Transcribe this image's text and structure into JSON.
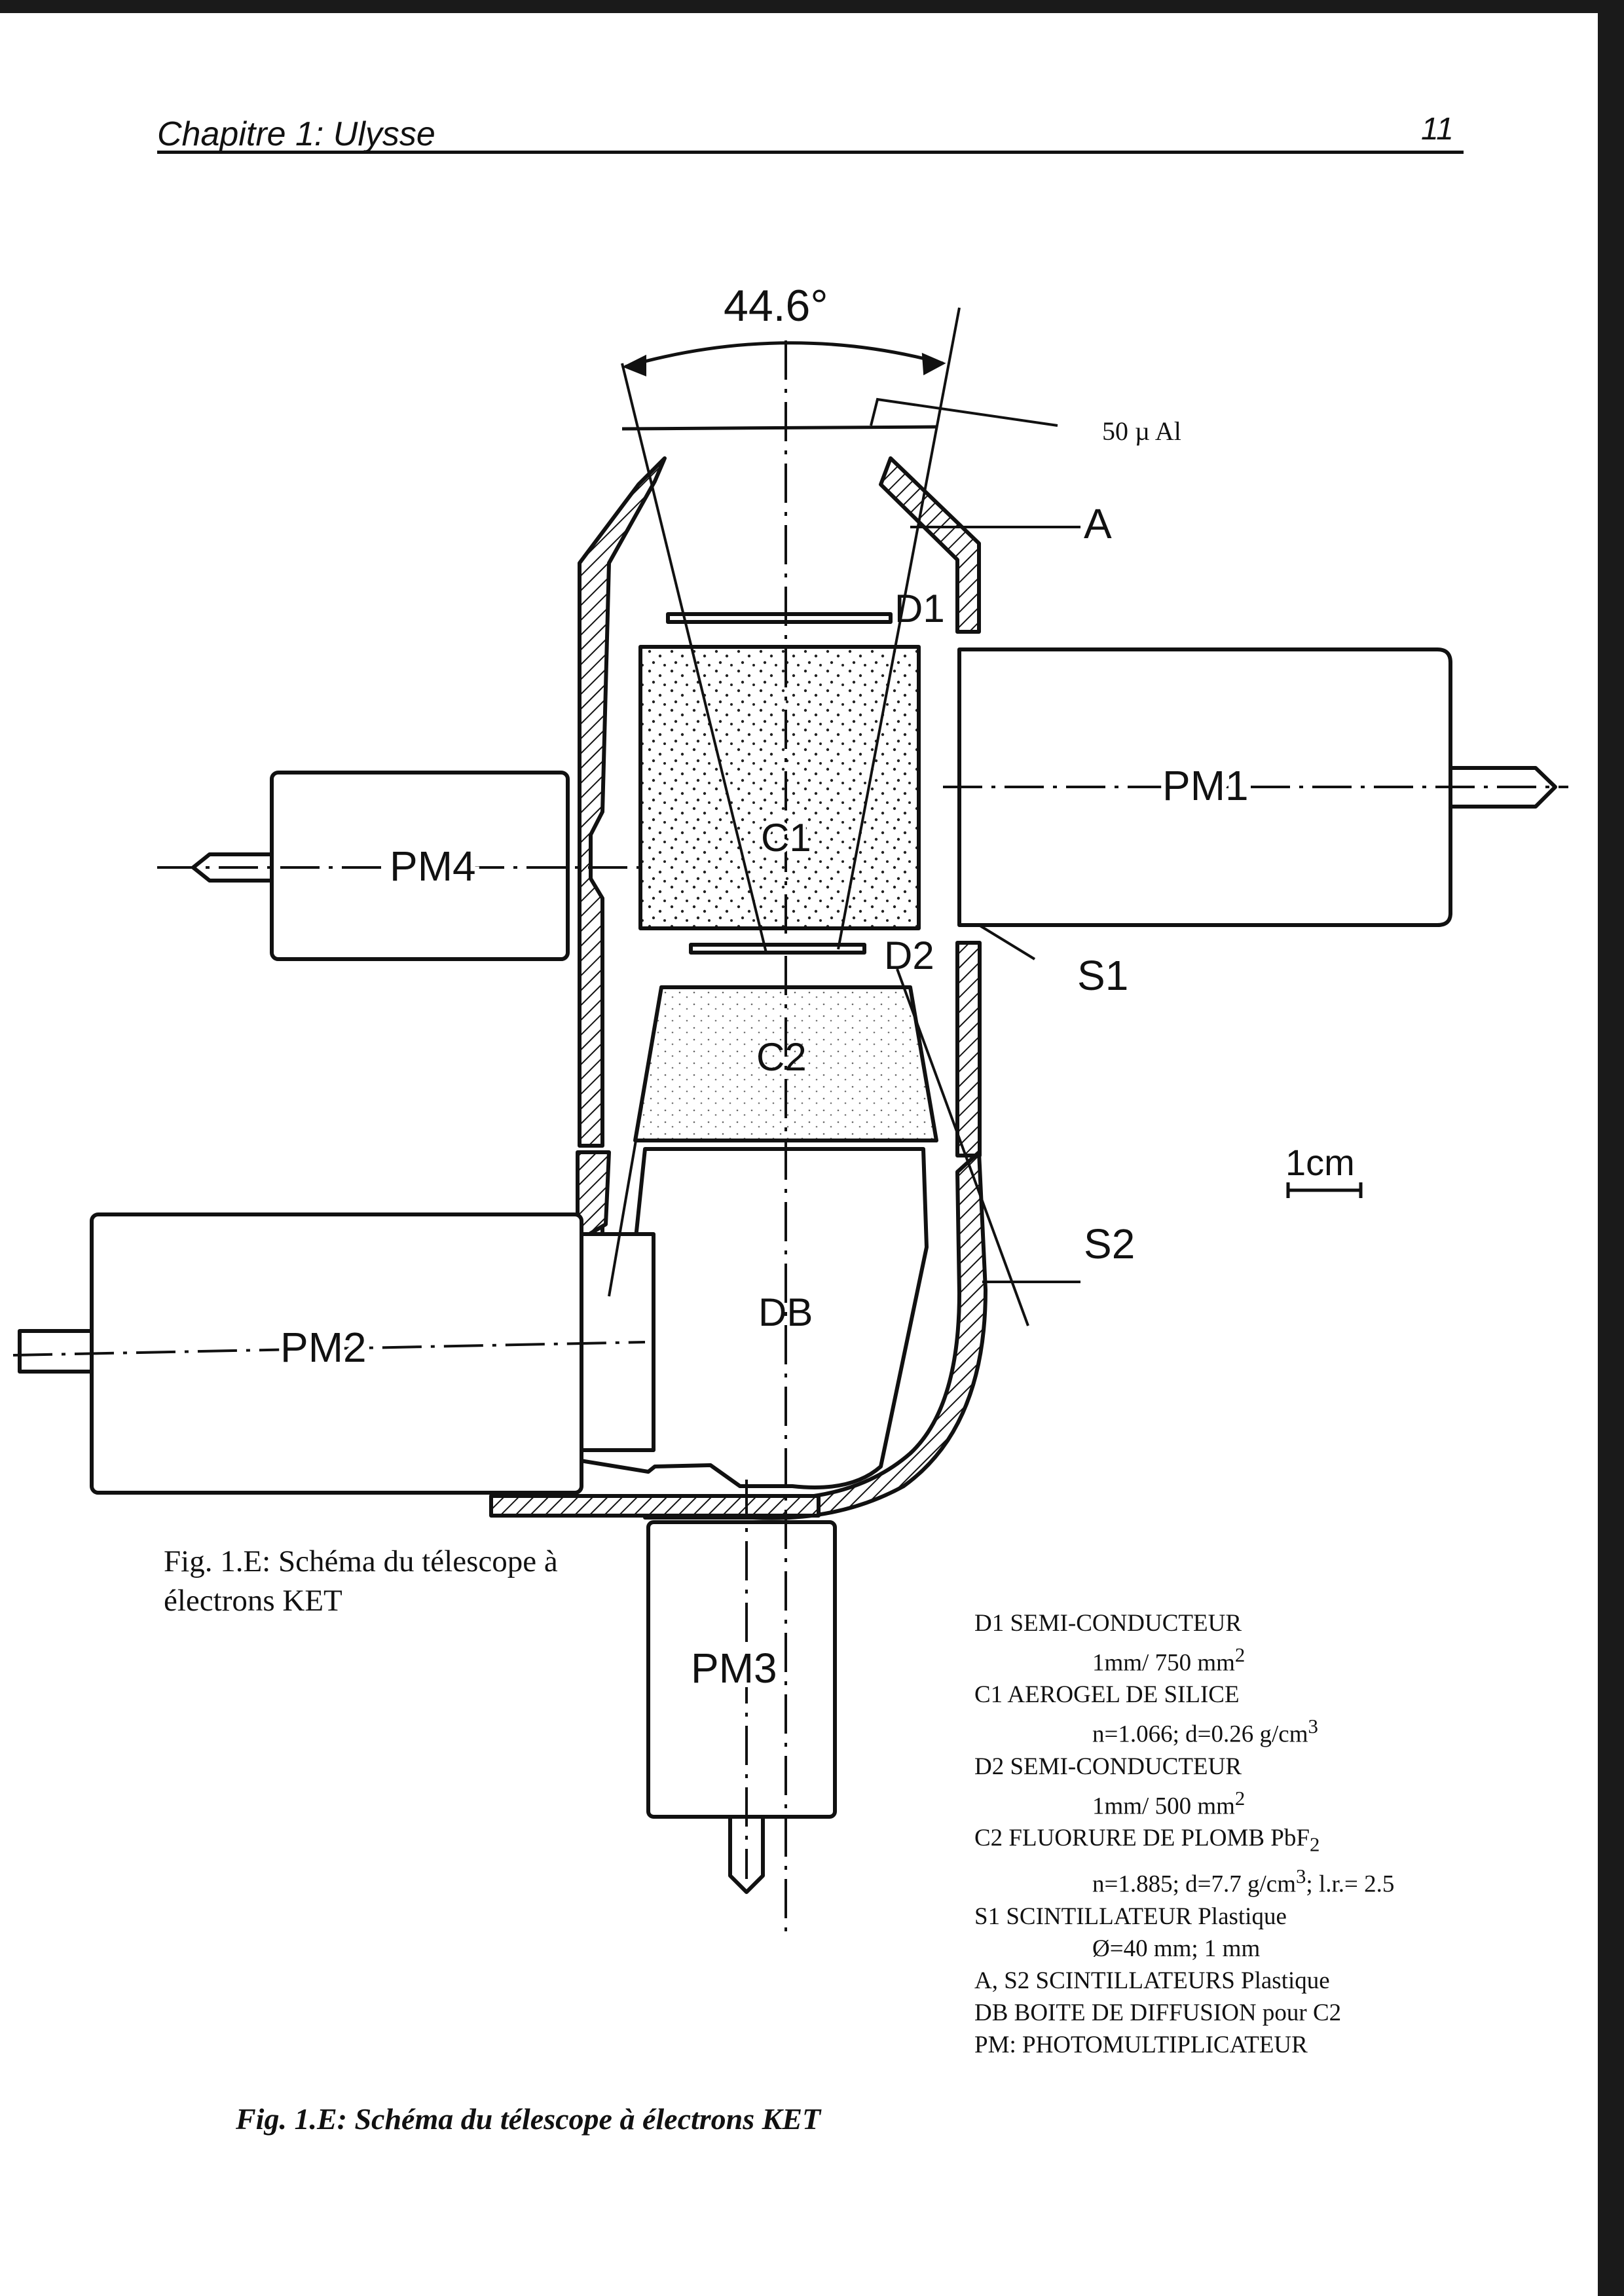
{
  "header": {
    "chapter": "Chapitre 1: Ulysse",
    "page_number": "11"
  },
  "diagram_labels": {
    "angle": "44.6°",
    "window": "50 µ Al",
    "a": "A",
    "d1": "D1",
    "d2": "D2",
    "c1": "C1",
    "c2": "C2",
    "pm1": "PM1",
    "pm2": "PM2",
    "pm3": "PM3",
    "pm4": "PM4",
    "s1": "S1",
    "s2": "S2",
    "db": "DB",
    "scale": "1cm"
  },
  "caption_inline": "Fig. 1.E: Schéma du télescope à électrons KET",
  "legend": [
    {
      "text": "D1 SEMI-CONDUCTEUR",
      "indent": false
    },
    {
      "text": "1mm/ 750 mm",
      "sup": "2",
      "indent": true
    },
    {
      "text": "C1 AEROGEL DE SILICE",
      "indent": false
    },
    {
      "text": "n=1.066; d=0.26 g/cm",
      "sup": "3",
      "indent": true
    },
    {
      "text": "D2 SEMI-CONDUCTEUR",
      "indent": false
    },
    {
      "text": "1mm/ 500 mm",
      "sup": "2",
      "indent": true
    },
    {
      "text": "C2 FLUORURE DE PLOMB PbF",
      "sub": "2",
      "indent": false
    },
    {
      "text": "n=1.885; d=7.7 g/cm",
      "sup": "3",
      "after": "; l.r.= 2.5",
      "indent": true
    },
    {
      "text": "S1 SCINTILLATEUR Plastique",
      "indent": false
    },
    {
      "text": "Ø=40 mm; 1 mm",
      "indent": true
    },
    {
      "text": "A, S2 SCINTILLATEURS Plastique",
      "indent": false
    },
    {
      "text": "DB BOITE DE DIFFUSION pour C2",
      "indent": false
    },
    {
      "text": "PM: PHOTOMULTIPLICATEUR",
      "indent": false
    }
  ],
  "caption_bottom": "Fig. 1.E: Schéma du télescope à électrons KET"
}
